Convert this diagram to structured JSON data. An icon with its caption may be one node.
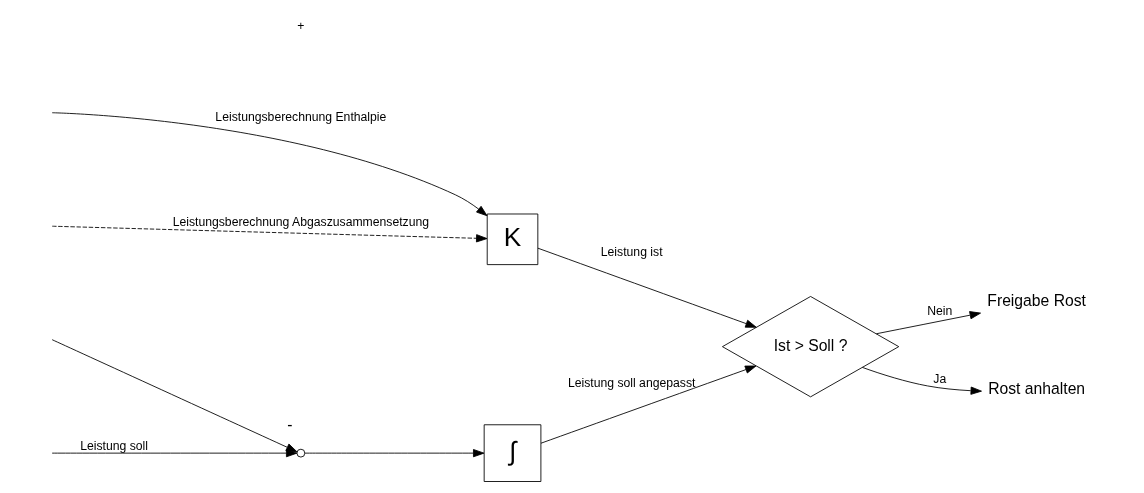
{
  "diagram": {
    "nodes": [
      {
        "text": [
          "K"
        ]
      },
      {
        "text": [],
        "shape": "circle"
      },
      {
        "text": [
          "∫"
        ]
      },
      {
        "text": [
          "Ist > Soll ?"
        ]
      },
      {
        "text": [
          "Freigabe Rost"
        ]
      },
      {
        "text": [
          "Rost anhalten"
        ]
      }
    ],
    "edges": [
      {
        "from": null,
        "to": 0,
        "arrow": "to",
        "label": "Leistungsberechnung Enthalpie"
      },
      {
        "from": null,
        "to": 0,
        "arrow": "to",
        "style": "dashed",
        "label": "Leistungsberechnung Abgaszusammensetzung"
      },
      {
        "from": null,
        "to": 1,
        "arrow": "to",
        "label": "-"
      },
      {
        "from": null,
        "to": 1,
        "arrow": "to",
        "label": "Leistung soll"
      },
      {
        "from": 1,
        "to": 2,
        "arrow": "to"
      },
      {
        "from": 2,
        "to": 3,
        "arrow": "to",
        "label": "Leistung soll angepasst"
      },
      {
        "from": 0,
        "to": 3,
        "arrow": "to",
        "label": "Leistung ist"
      },
      {
        "from": 3,
        "to": 4,
        "arrow": "to",
        "label": "Nein"
      },
      {
        "from": 3,
        "to": 5,
        "arrow": "to",
        "label": "Ja"
      }
    ],
    "labels": [
      "+"
    ]
  }
}
